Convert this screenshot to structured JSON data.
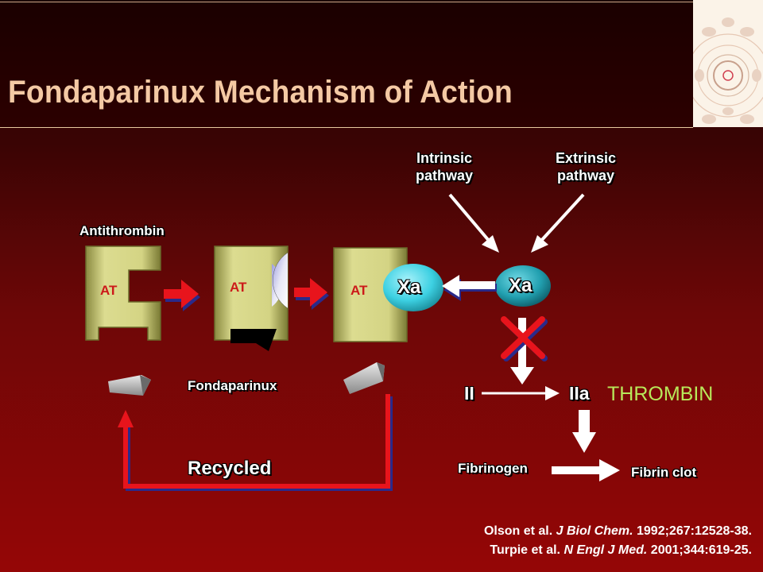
{
  "title": "Fondaparinux Mechanism of Action",
  "labels": {
    "intrinsic_line1": "Intrinsic",
    "intrinsic_line2": "pathway",
    "extrinsic_line1": "Extrinsic",
    "extrinsic_line2": "pathway",
    "antithrombin": "Antithrombin",
    "at": "AT",
    "xa": "Xa",
    "fondaparinux": "Fondaparinux",
    "recycled": "Recycled",
    "factor_ii": "II",
    "factor_iia": "IIa",
    "thrombin": "THROMBIN",
    "fibrinogen": "Fibrinogen",
    "fibrin_clot": "Fibrin clot"
  },
  "citations": {
    "c1_authors": "Olson et al. ",
    "c1_journal": "J Biol Chem.",
    "c1_rest": " 1992;267:12528-38.",
    "c2_authors": "Turpie et al. ",
    "c2_journal": "N Engl J Med.",
    "c2_rest": " 2001;344:619-25."
  },
  "colors": {
    "background_top": "#220000",
    "background_bottom": "#950606",
    "title": "#f4c9a4",
    "at_block": "#d9d78c",
    "at_text": "#cc1a1a",
    "xa_free": "#4fd8e8",
    "xa_bound": "#2aa8b8",
    "arrow_red": "#e8141c",
    "arrow_navy": "#2a2a8a",
    "thrombin": "#b8e85a"
  },
  "icons": [
    "compass-logo-icon",
    "inhibition-x-icon",
    "fondaparinux-molecule-icon"
  ]
}
